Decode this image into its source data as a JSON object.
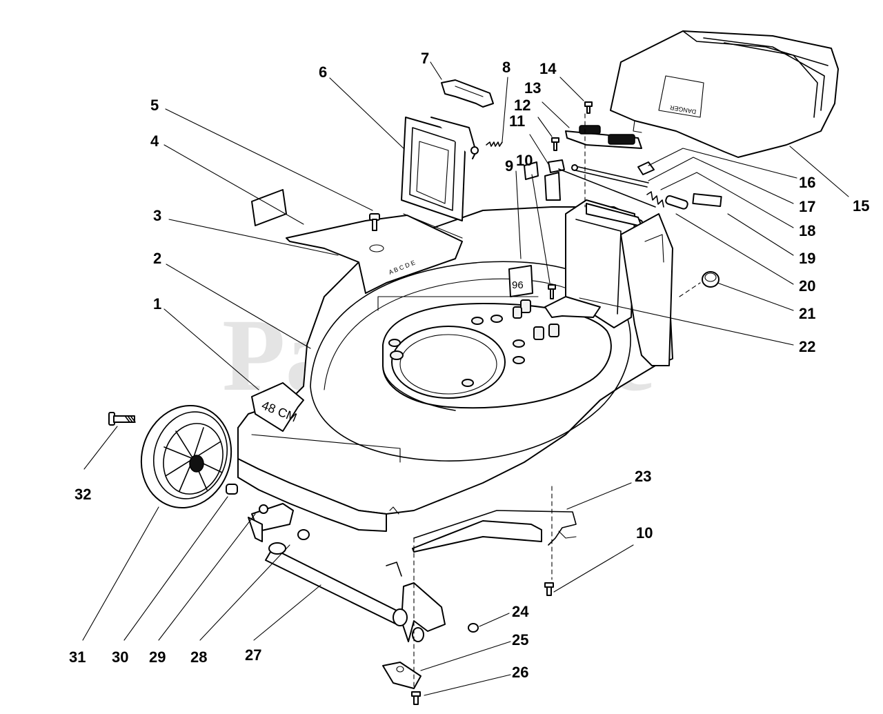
{
  "watermark": {
    "brand": "PartsTree",
    "trademark": "TM"
  },
  "decals": {
    "deck_size": "48 CM",
    "height_letters": "A B C D E",
    "year_label": "96",
    "danger_label": "DANGER"
  },
  "callouts": [
    {
      "id": "1",
      "label": "1"
    },
    {
      "id": "2",
      "label": "2"
    },
    {
      "id": "3",
      "label": "3"
    },
    {
      "id": "4",
      "label": "4"
    },
    {
      "id": "5",
      "label": "5"
    },
    {
      "id": "6",
      "label": "6"
    },
    {
      "id": "7",
      "label": "7"
    },
    {
      "id": "8",
      "label": "8"
    },
    {
      "id": "9",
      "label": "9"
    },
    {
      "id": "10",
      "label": "10"
    },
    {
      "id": "11",
      "label": "11"
    },
    {
      "id": "12",
      "label": "12"
    },
    {
      "id": "13",
      "label": "13"
    },
    {
      "id": "14",
      "label": "14"
    },
    {
      "id": "15",
      "label": "15"
    },
    {
      "id": "16",
      "label": "16"
    },
    {
      "id": "17",
      "label": "17"
    },
    {
      "id": "18",
      "label": "18"
    },
    {
      "id": "19",
      "label": "19"
    },
    {
      "id": "20",
      "label": "20"
    },
    {
      "id": "21",
      "label": "21"
    },
    {
      "id": "22",
      "label": "22"
    },
    {
      "id": "23",
      "label": "23"
    },
    {
      "id": "10b",
      "label": "10"
    },
    {
      "id": "24",
      "label": "24"
    },
    {
      "id": "25",
      "label": "25"
    },
    {
      "id": "26",
      "label": "26"
    },
    {
      "id": "27",
      "label": "27"
    },
    {
      "id": "28",
      "label": "28"
    },
    {
      "id": "29",
      "label": "29"
    },
    {
      "id": "30",
      "label": "30"
    },
    {
      "id": "31",
      "label": "31"
    },
    {
      "id": "32",
      "label": "32"
    }
  ]
}
